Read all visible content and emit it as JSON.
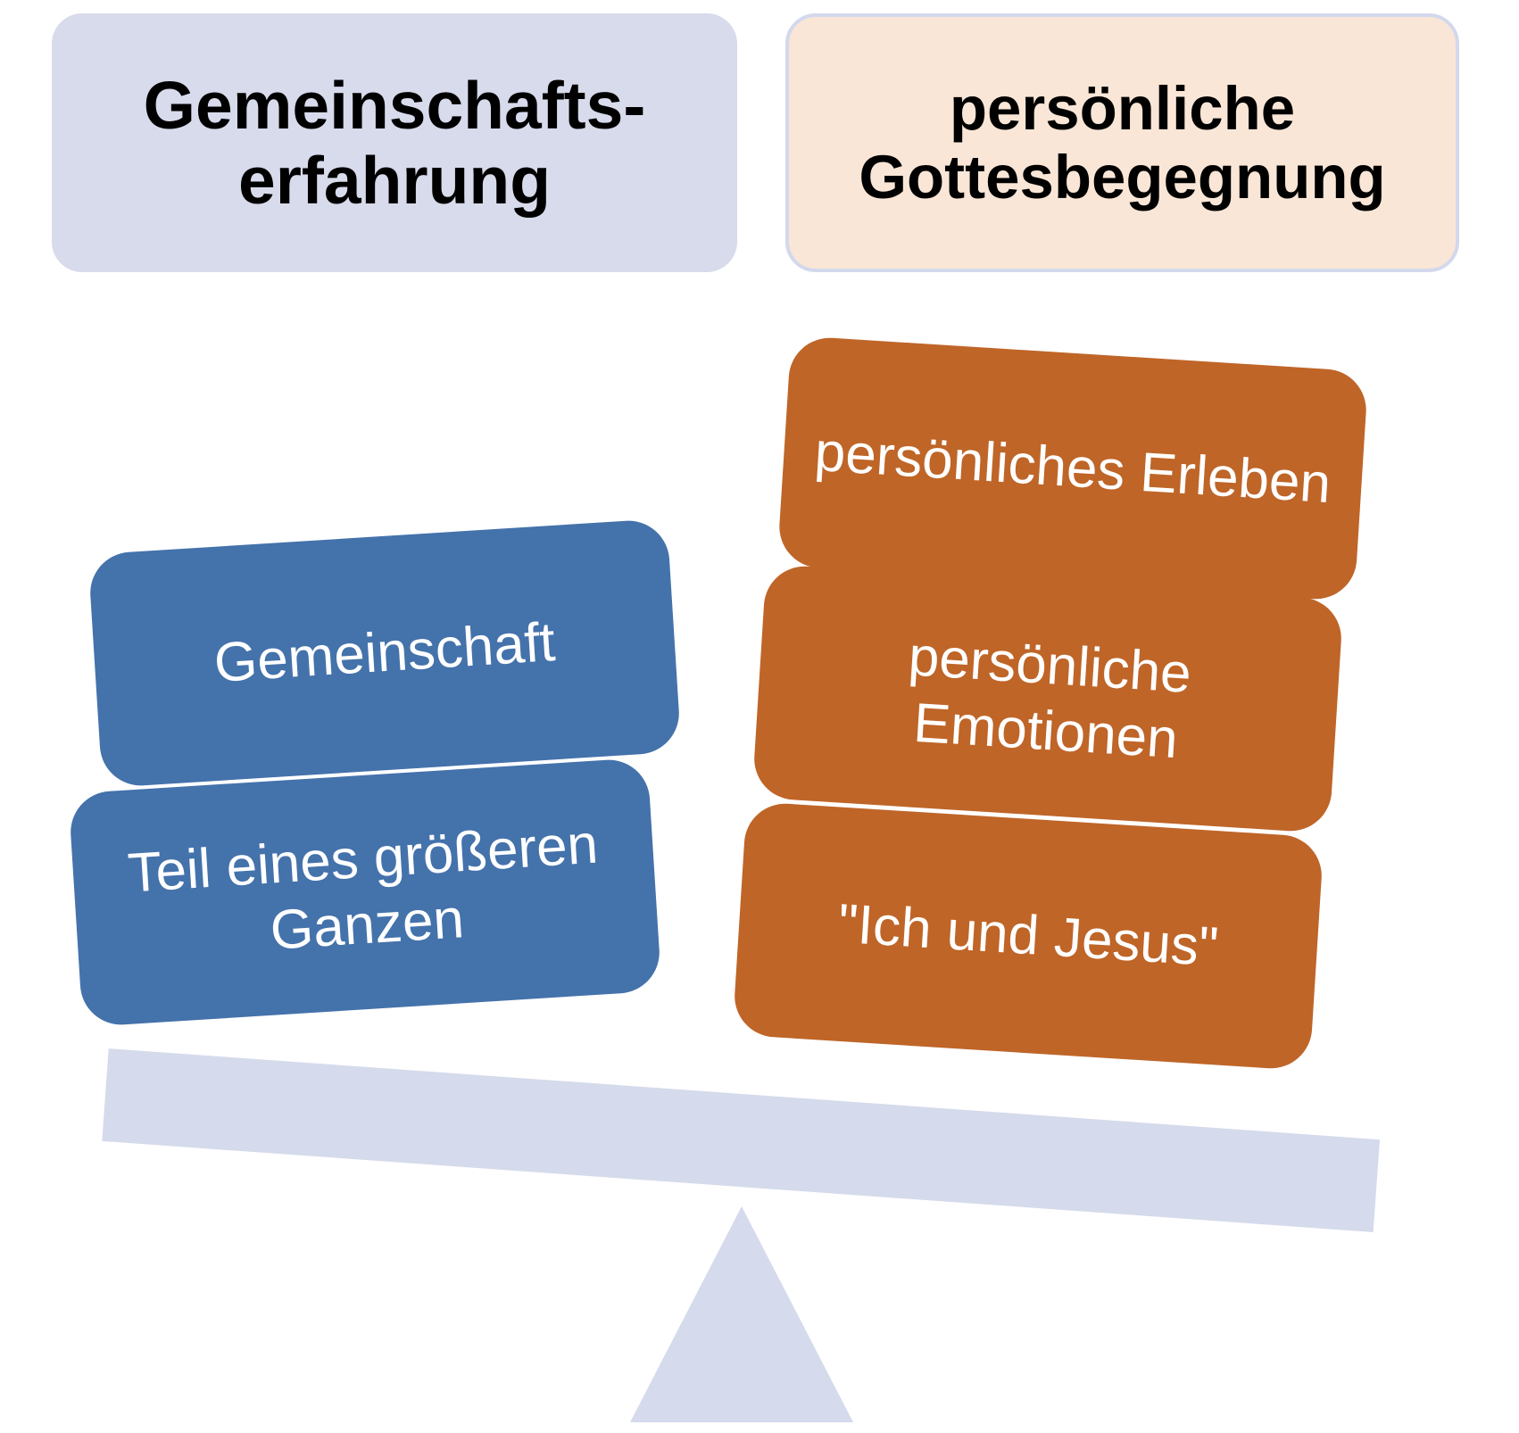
{
  "diagram": {
    "title_left": "Gemeinschafts-\nerfahrung",
    "title_right": "persönliche\nGottesbegegnung",
    "headers": {
      "left": {
        "label": "Gemeinschafts-erfahrung",
        "line1": "Gemeinschafts-",
        "line2": "erfahrung",
        "fill": "#d7dbeb",
        "text_color": "#000000"
      },
      "right": {
        "label": "persönliche Gottesbegegnung",
        "line1": "persönliche",
        "line2": "Gottesbegegnung",
        "fill": "#f9e6d7",
        "border": "#d3d8ec",
        "text_color": "#000000"
      }
    },
    "left_cards": [
      {
        "label": "Gemeinschaft",
        "fill": "#4472ab",
        "text_color": "#ffffff"
      },
      {
        "label": "Teil eines größeren Ganzen",
        "fill": "#4472ab",
        "text_color": "#ffffff"
      }
    ],
    "right_cards": [
      {
        "label": "persönliches Erleben",
        "fill": "#bf6528",
        "text_color": "#ffffff"
      },
      {
        "label": "persönliche Emotionen",
        "fill": "#bf6528",
        "text_color": "#ffffff"
      },
      {
        "label": "\"Ich und Jesus\"",
        "fill": "#bf6528",
        "text_color": "#ffffff"
      }
    ],
    "balance": {
      "beam_name": "seesaw-beam",
      "beam_fill": "#d5daec",
      "fulcrum_name": "fulcrum-triangle",
      "fulcrum_fill": "#d5daec",
      "tilt_direction": "right-side-down"
    }
  }
}
